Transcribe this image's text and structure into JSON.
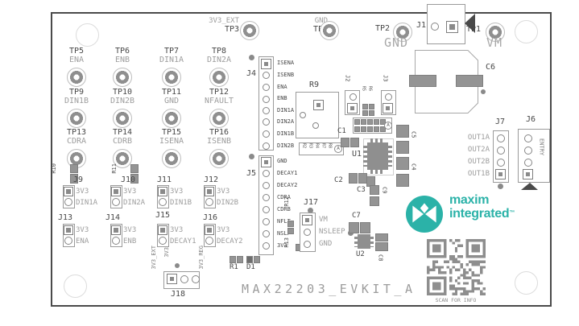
{
  "board": {
    "title": "MAX22203_EVKIT_A",
    "qr_caption": "SCAN FOR INFO",
    "brand": {
      "line1": "maxim",
      "line2": "integrated",
      "tm": "™",
      "teal_color": "#2bb2a8"
    }
  },
  "power_rails": {
    "gnd_label": "GND",
    "vm_label": "VM"
  },
  "test_points": {
    "tp1": {
      "name": "TP1",
      "signal": "VM"
    },
    "tp2": {
      "name": "TP2",
      "signal": "GND"
    },
    "tp3": {
      "name": "TP3",
      "signal": "3V3_EXT"
    },
    "tp4": {
      "name": "TP4",
      "signal": "GND"
    },
    "grid": [
      {
        "name": "TP5",
        "signal": "ENA"
      },
      {
        "name": "TP6",
        "signal": "ENB"
      },
      {
        "name": "TP7",
        "signal": "DIN1A"
      },
      {
        "name": "TP8",
        "signal": "DIN2A"
      },
      {
        "name": "TP9",
        "signal": "DIN1B"
      },
      {
        "name": "TP10",
        "signal": "DIN2B"
      },
      {
        "name": "TP11",
        "signal": "GND"
      },
      {
        "name": "TP12",
        "signal": "NFAULT"
      },
      {
        "name": "TP13",
        "signal": "CDRA"
      },
      {
        "name": "TP14",
        "signal": "CDRB"
      },
      {
        "name": "TP15",
        "signal": "ISENA"
      },
      {
        "name": "TP16",
        "signal": "ISENB"
      }
    ]
  },
  "connectors": {
    "j1": {
      "name": "J1"
    },
    "j2": {
      "name": "J2"
    },
    "j3": {
      "name": "J3"
    },
    "j4": {
      "name": "J4",
      "pins": [
        "ISENA",
        "ISENB",
        "ENA",
        "ENB",
        "DIN1A",
        "DIN2A",
        "DIN1B",
        "DIN2B"
      ]
    },
    "j5": {
      "name": "J5",
      "pins": [
        "GND",
        "DECAY1",
        "DECAY2",
        "CDRA",
        "CDRB",
        "NFLT",
        "NSLP",
        "3V3"
      ]
    },
    "j6": {
      "name": "J6",
      "label": "ENTRY"
    },
    "j7": {
      "name": "J7",
      "pins": [
        "OUT1A",
        "OUT2A",
        "OUT2B",
        "OUT1B"
      ]
    },
    "j17": {
      "name": "J17",
      "pins": [
        "VM",
        "NSLEEP",
        "GND"
      ]
    },
    "j18": {
      "name": "J18",
      "rail_left": "3V3_EXT",
      "rail_mid": "3V3",
      "rail_right": "3V3_REG"
    },
    "jumpers": [
      {
        "name": "J9",
        "pin1": "3V3",
        "pin2": "DIN1A"
      },
      {
        "name": "J10",
        "pin1": "3V3",
        "pin2": "DIN2A"
      },
      {
        "name": "J11",
        "pin1": "3V3",
        "pin2": "DIN1B"
      },
      {
        "name": "J12",
        "pin1": "3V3",
        "pin2": "DIN2B"
      },
      {
        "name": "J13",
        "pin1": "3V3",
        "pin2": "ENA"
      },
      {
        "name": "J14",
        "pin1": "3V3",
        "pin2": "ENB"
      },
      {
        "name": "J15",
        "pin1": "3V3",
        "pin2": "DECAY1"
      },
      {
        "name": "J16",
        "pin1": "3V3",
        "pin2": "DECAY2"
      }
    ]
  },
  "components": {
    "u1": "U1",
    "u2": "U2",
    "r1": "R1",
    "d1": "D1",
    "r9": "R9",
    "r_array": [
      "R2",
      "R3",
      "R4",
      "R7",
      "R8"
    ],
    "r5": "R5",
    "r6": "R6",
    "r10": "R10",
    "r11": "R11",
    "r12": "R12",
    "r13": "R13",
    "c1": "C1",
    "c2": "C2",
    "c3": "C3",
    "c4": "C4",
    "c5": "C5",
    "c6": "C6",
    "c7": "C7",
    "c8": "C8",
    "c9": "C9",
    "variant_mark": "A"
  }
}
